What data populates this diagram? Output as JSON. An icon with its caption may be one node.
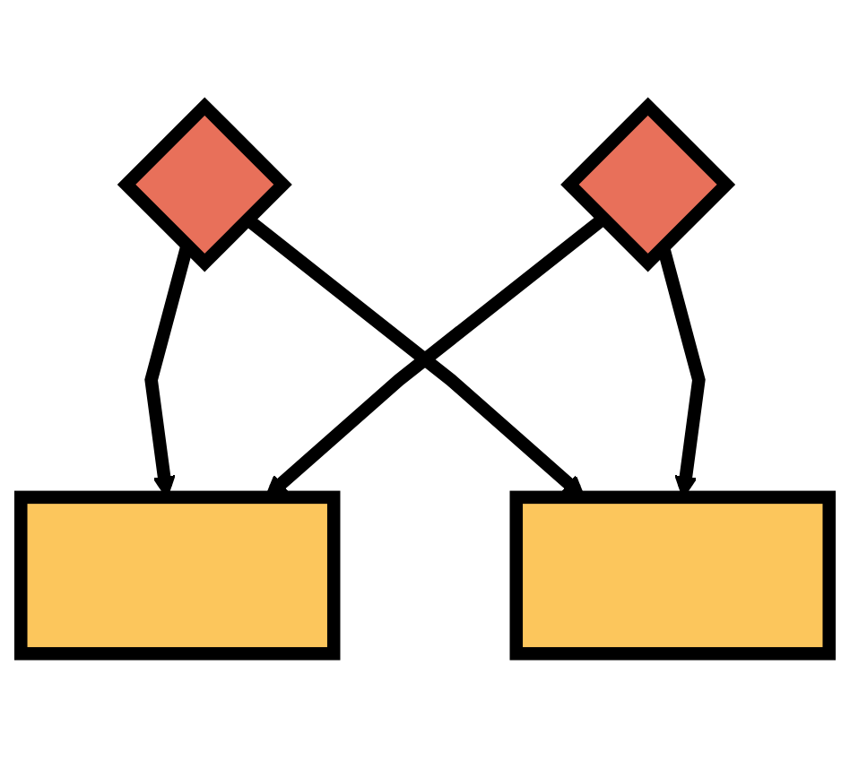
{
  "diagram": {
    "nodes": [
      {
        "text": [],
        "shape": "box"
      },
      {
        "text": [],
        "shape": "diamond"
      },
      {
        "text": [],
        "shape": "diamond"
      },
      {
        "text": [],
        "shape": "box"
      }
    ],
    "edges": [
      {
        "from": 1,
        "to": 0,
        "arrow": "to"
      },
      {
        "from": 2,
        "to": 0,
        "arrow": "to"
      },
      {
        "from": 1,
        "to": 3,
        "arrow": "to"
      },
      {
        "from": 2,
        "to": 3,
        "arrow": "to"
      }
    ]
  }
}
